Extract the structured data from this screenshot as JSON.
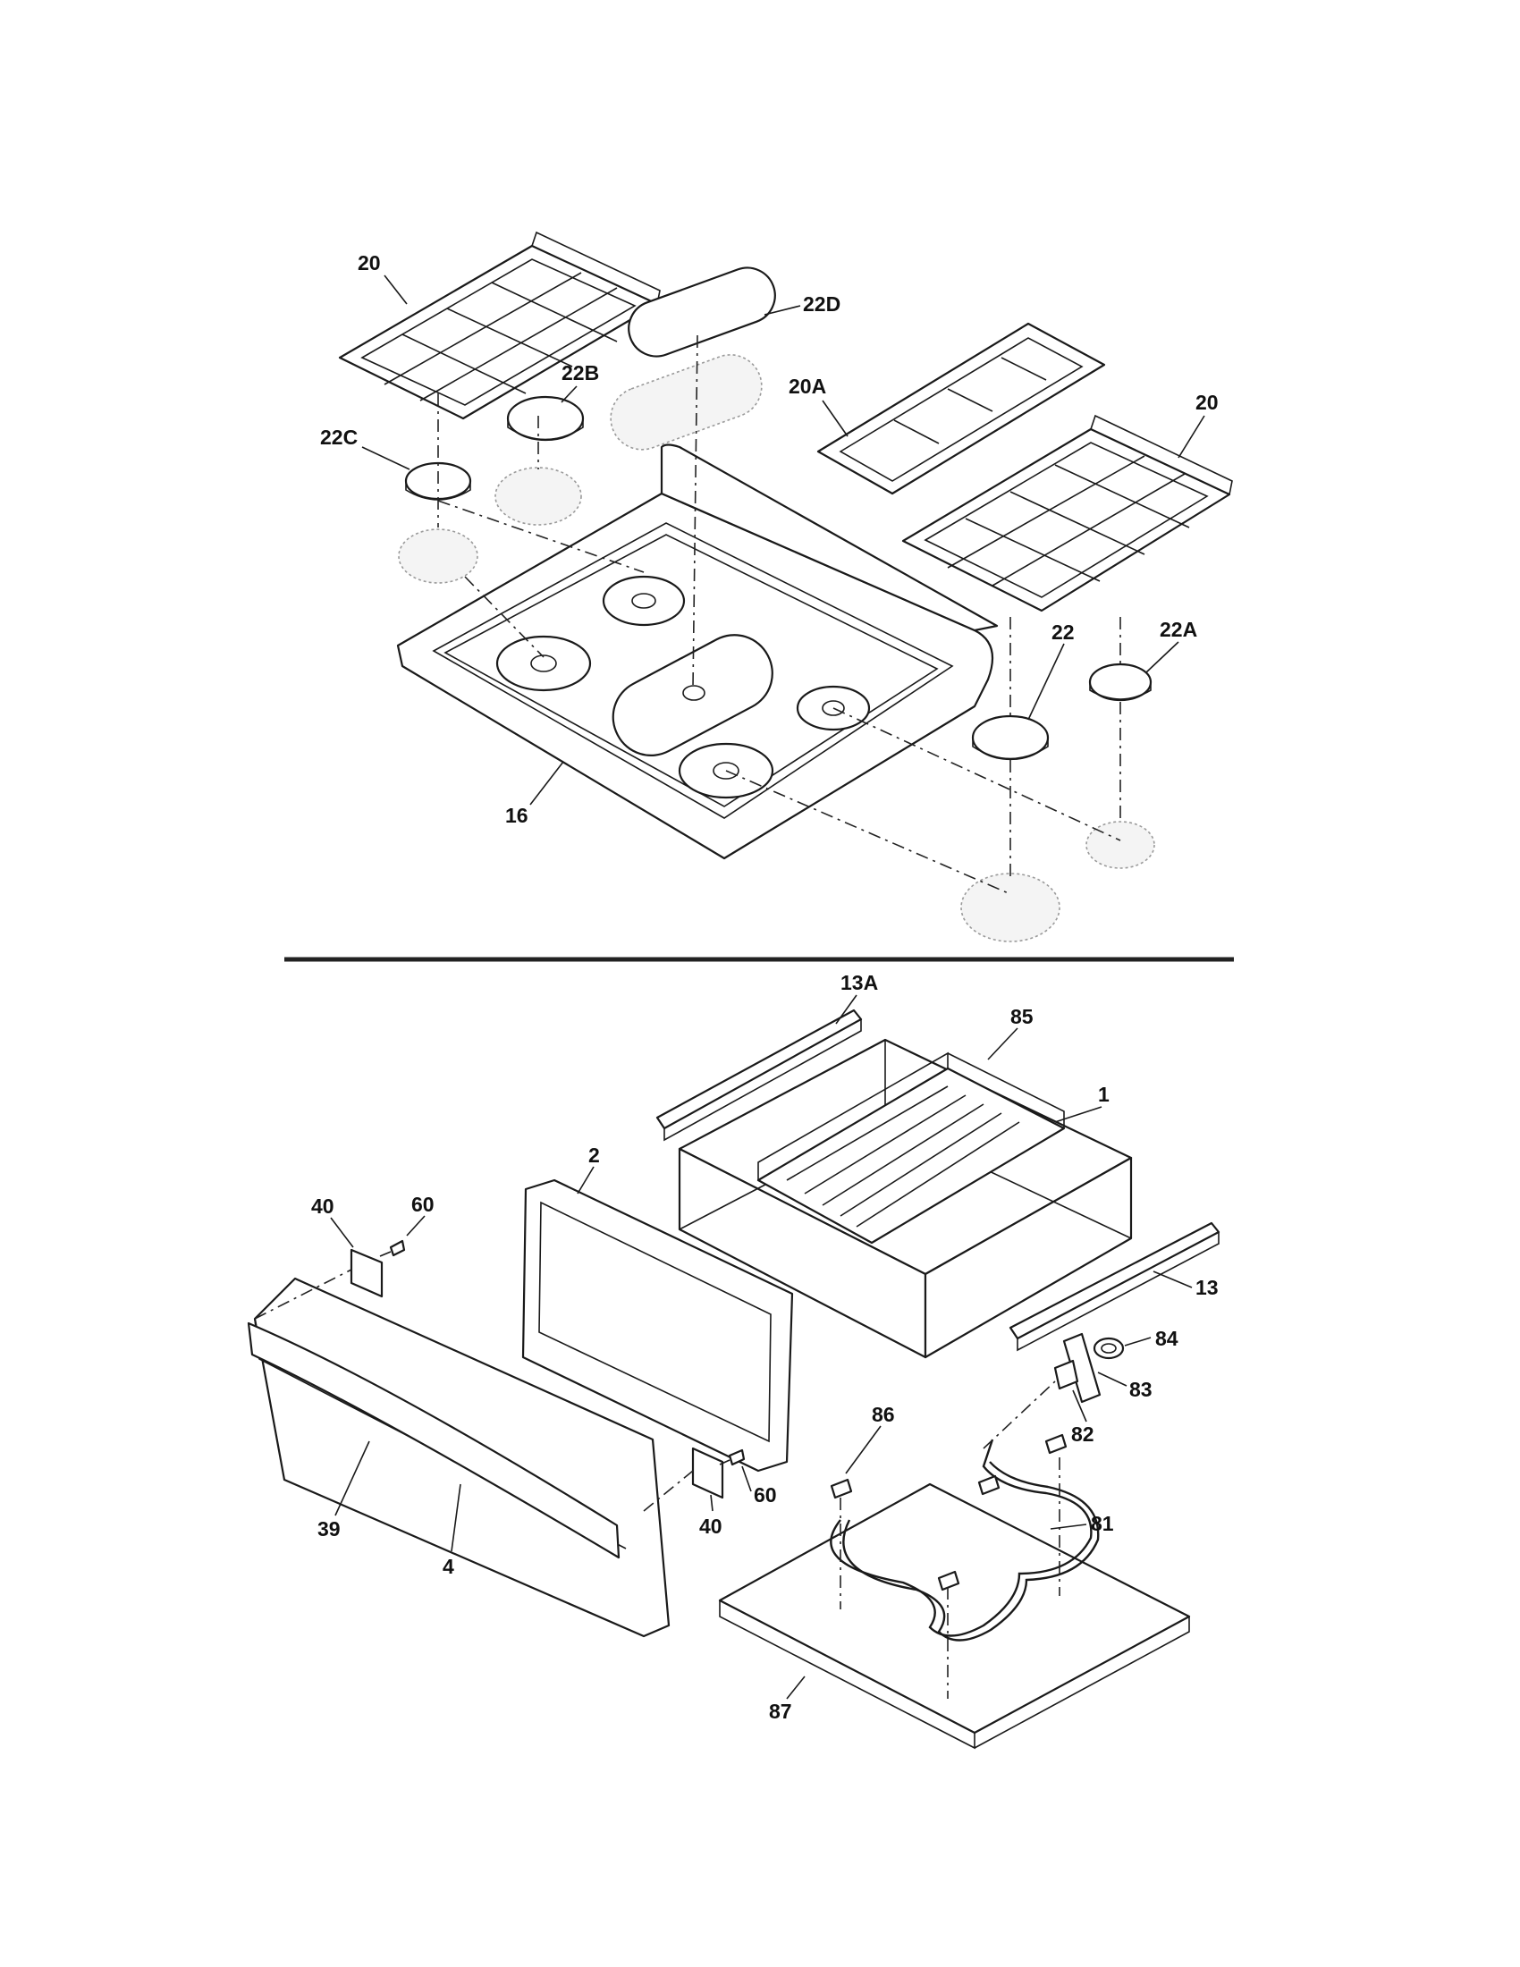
{
  "callouts": {
    "c20_left": "20",
    "c22D": "22D",
    "c22B": "22B",
    "c22C": "22C",
    "c20A": "20A",
    "c20_right": "20",
    "c22": "22",
    "c22A": "22A",
    "c16": "16",
    "c13A": "13A",
    "c85": "85",
    "c1": "1",
    "c2": "2",
    "c60_top": "60",
    "c40_top": "40",
    "c13": "13",
    "c84": "84",
    "c83": "83",
    "c82": "82",
    "c86": "86",
    "c60_bottom": "60",
    "c40_bottom": "40",
    "c39": "39",
    "c4": "4",
    "c81": "81",
    "c87": "87"
  }
}
